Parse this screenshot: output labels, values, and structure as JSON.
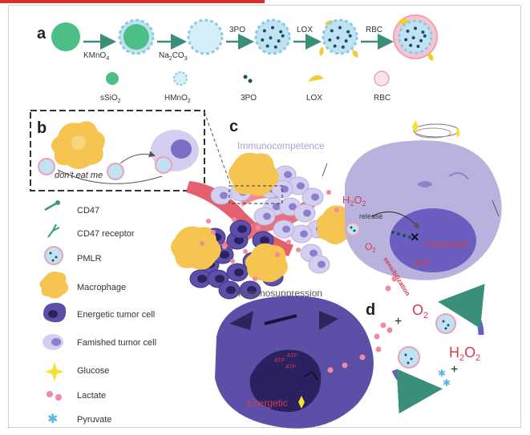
{
  "colors": {
    "sio2": "#4bbf86",
    "hmno2": "#bfe3f2",
    "hmno2_border": "#8ccbe6",
    "drug": "#1e4f5a",
    "lox": "#f3cc33",
    "rbc": "#f0a8b8",
    "arrow": "#3a8f7a",
    "famished": "#b9b2de",
    "energetic": "#5c4fa8",
    "macrophage": "#f5c451",
    "lactate": "#f08aa0",
    "pyruvate": "#5ab6de",
    "vessel": "#e5606f",
    "red_text": "#d13c4a"
  },
  "panel_a": {
    "label": "a",
    "steps": [
      "KMnO4",
      "Na2CO3",
      "3PO",
      "LOX",
      "RBC"
    ],
    "legend": [
      "sSiO2",
      "HMnO2",
      "3PO",
      "LOX",
      "RBC"
    ]
  },
  "panel_b": {
    "label": "b",
    "caption": "don't eat me"
  },
  "panel_c": {
    "label": "c",
    "immunocompetence": "Immunocompetence",
    "immunosuppression": "Immunosuppression",
    "h2o2": "H2O2",
    "release": "release",
    "o2": "O2",
    "sensibilization": "sensibilization",
    "atp": "ATP",
    "famished": "Famished",
    "energetic": "Energetic",
    "atp_small": "ATP"
  },
  "panel_d": {
    "label": "d",
    "o2": "O2",
    "h2o2": "H2O2",
    "plus": "+"
  },
  "legend": [
    {
      "id": "cd47",
      "label": "CD47"
    },
    {
      "id": "cd47-receptor",
      "label": "CD47 receptor"
    },
    {
      "id": "pmlr",
      "label": "PMLR"
    },
    {
      "id": "macrophage",
      "label": "Macrophage"
    },
    {
      "id": "energetic-cell",
      "label": "Energetic tumor cell"
    },
    {
      "id": "famished-cell",
      "label": "Famished tumor cell"
    },
    {
      "id": "glucose",
      "label": "Glucose"
    },
    {
      "id": "lactate",
      "label": "Lactate"
    },
    {
      "id": "pyruvate",
      "label": "Pyruvate"
    }
  ]
}
